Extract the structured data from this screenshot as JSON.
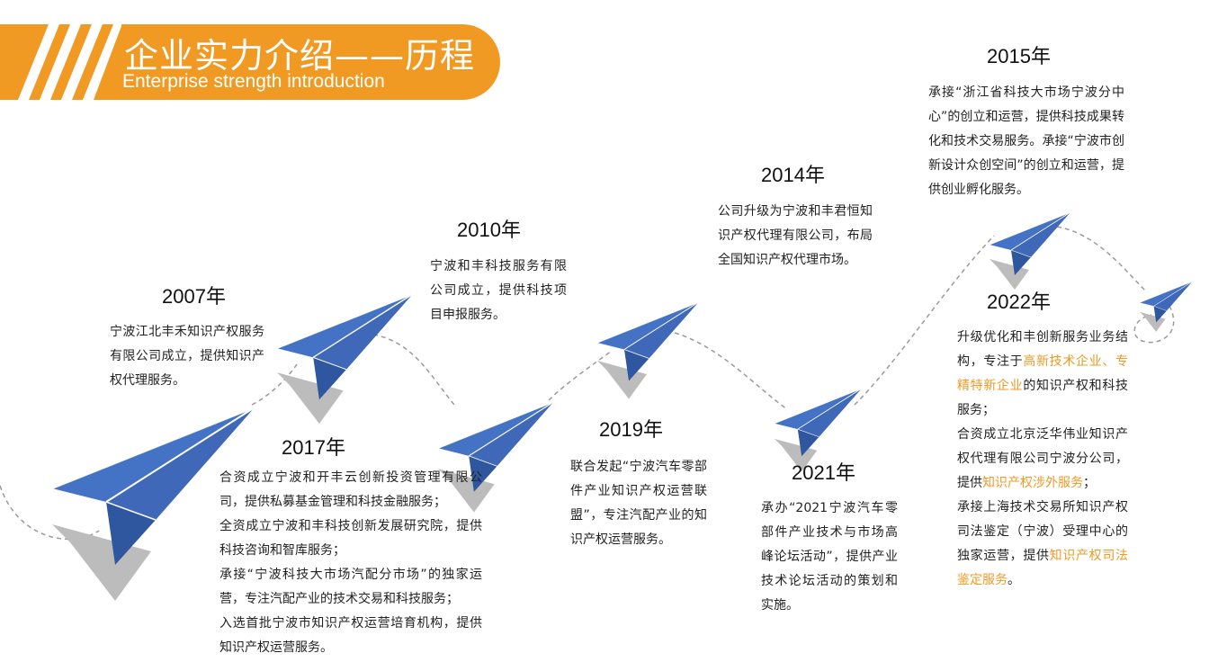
{
  "header": {
    "title": "企业实力介绍——历程",
    "subtitle": "Enterprise strength introduction"
  },
  "colors": {
    "accent": "#f09a24",
    "plane": "#4472c4",
    "shadow": "#bfbfbf"
  },
  "icons": [
    "paper-plane-icon"
  ],
  "milestones": {
    "y2007": {
      "year": "2007年",
      "text": "宁波江北丰禾知识产权服务有限公司成立，提供知识产权代理服务。"
    },
    "y2010": {
      "year": "2010年",
      "text": "宁波和丰科技服务有限公司成立，提供科技项目申报服务。"
    },
    "y2014": {
      "year": "2014年",
      "text": "公司升级为宁波和丰君恒知识产权代理有限公司，布局全国知识产权代理市场。"
    },
    "y2015": {
      "year": "2015年",
      "text": "承接“浙江省科技大市场宁波分中心”的创立和运营，提供科技成果转化和技术交易服务。承接“宁波市创新设计众创空间”的创立和运营，提供创业孵化服务。"
    },
    "y2017": {
      "year": "2017年",
      "lines": [
        "合资成立宁波和开丰云创新投资管理有限公司，提供私募基金管理和科技金融服务；",
        "全资成立宁波和丰科技创新发展研究院，提供科技咨询和智库服务；",
        "承接“宁波科技大市场汽配分市场”的独家运营，专注汽配产业的技术交易和科技服务；",
        "入选首批宁波市知识产权运营培育机构，提供知识产权运营服务。"
      ]
    },
    "y2019": {
      "year": "2019年",
      "text": "联合发起“宁波汽车零部件产业知识产权运营联盟”，专注汽配产业的知识产权运营服务。"
    },
    "y2021": {
      "year": "2021年",
      "text": "承办“2021宁波汽车零部件产业技术与市场高峰论坛活动”，提供产业技术论坛活动的策划和实施。"
    },
    "y2022": {
      "year": "2022年",
      "p1_a": "升级优化和丰创新服务业务结构，专注于",
      "p1_hl": "高新技术企业、专精特新企业",
      "p1_b": "的知识产权和科技服务；",
      "p2_a": "合资成立北京泛华伟业知识产权代理有限公司宁波分公司，提供",
      "p2_hl": "知识产权涉外服务",
      "p2_b": "；",
      "p3_a": "承接上海技术交易所知识产权司法鉴定（宁波）受理中心的独家运营，提供",
      "p3_hl": "知识产权司法鉴定服务",
      "p3_b": "。"
    }
  }
}
